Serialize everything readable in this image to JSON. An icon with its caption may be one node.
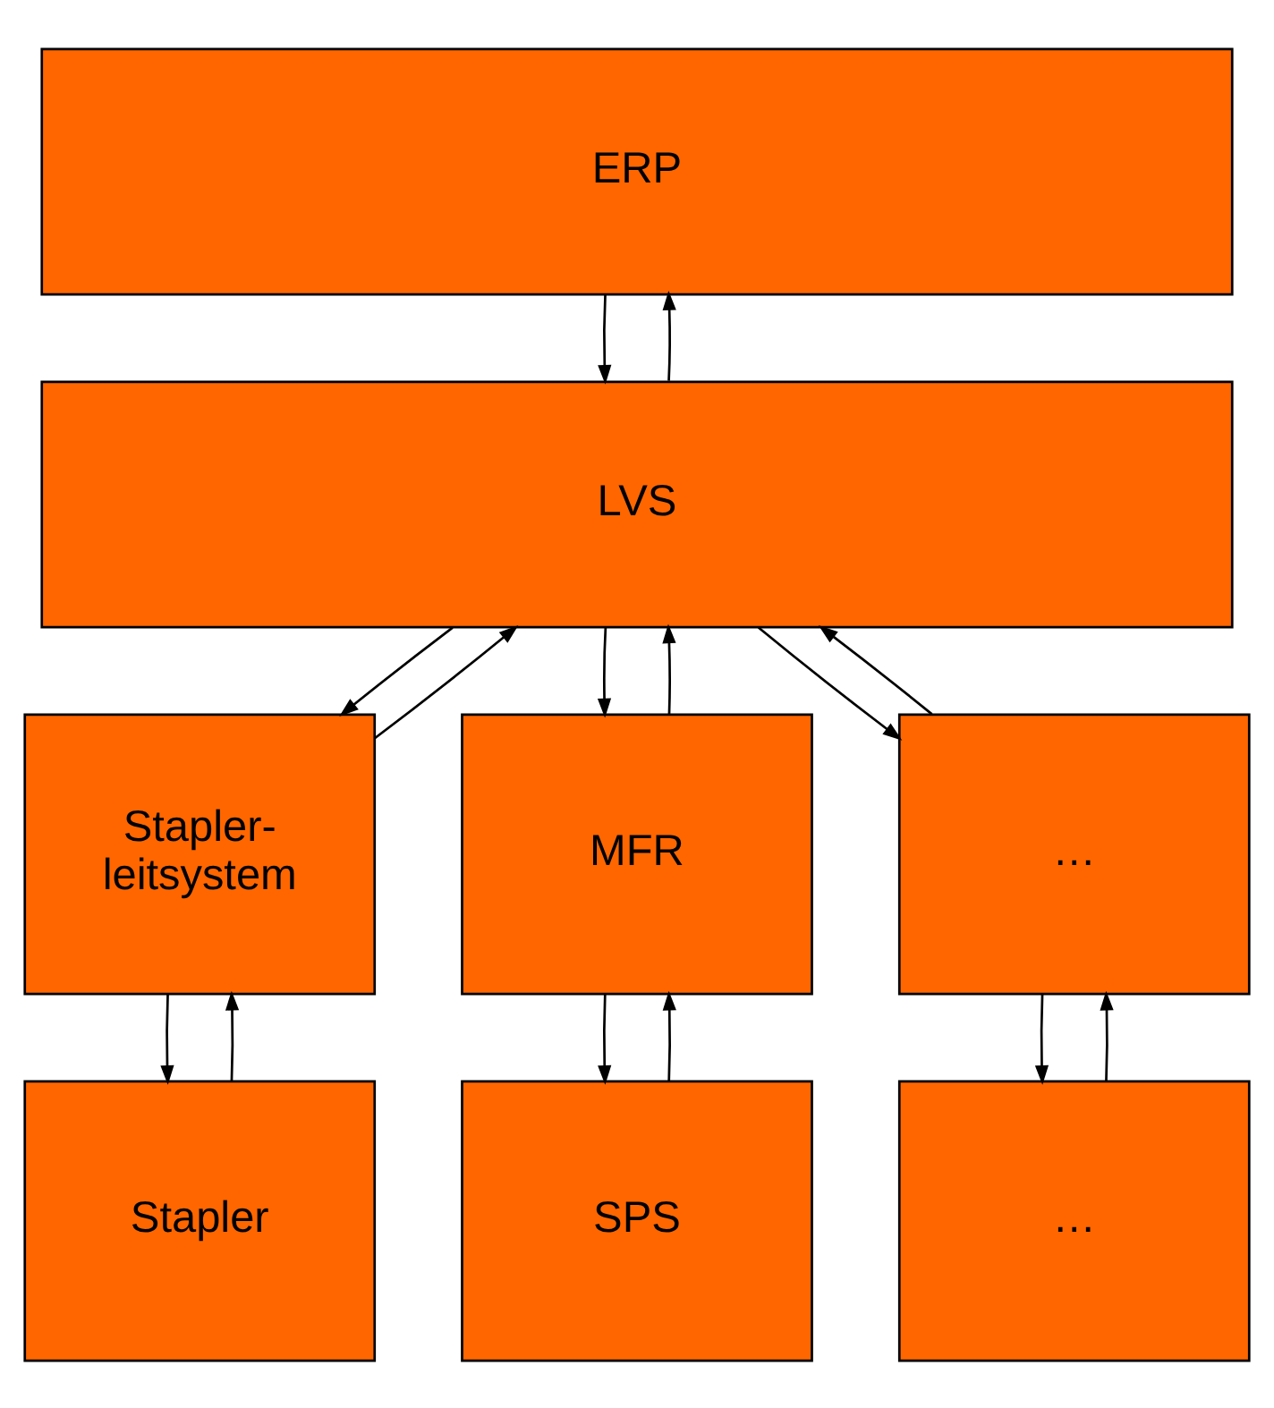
{
  "diagram": {
    "nodes": [
      {
        "text": [
          "ERP"
        ]
      },
      {
        "text": [
          "LVS"
        ]
      },
      {
        "text": [
          "Stapler- leitsystem"
        ]
      },
      {
        "text": [
          "MFR"
        ]
      },
      {
        "text": [
          "…"
        ]
      },
      {
        "text": [
          "Stapler"
        ]
      },
      {
        "text": [
          "SPS"
        ]
      },
      {
        "text": [
          "…"
        ]
      }
    ],
    "edges": [
      {
        "from": 0,
        "to": 1,
        "arrow": "to"
      },
      {
        "from": 1,
        "to": 0,
        "arrow": "to"
      },
      {
        "from": 1,
        "to": 2,
        "arrow": "to"
      },
      {
        "from": 2,
        "to": 1,
        "arrow": "to"
      },
      {
        "from": 1,
        "to": 3,
        "arrow": "to"
      },
      {
        "from": 3,
        "to": 1,
        "arrow": "to"
      },
      {
        "from": 1,
        "to": 4,
        "arrow": "to"
      },
      {
        "from": 4,
        "to": 1,
        "arrow": "to"
      },
      {
        "from": 2,
        "to": 5,
        "arrow": "to"
      },
      {
        "from": 5,
        "to": 2,
        "arrow": "to"
      },
      {
        "from": 3,
        "to": 6,
        "arrow": "to"
      },
      {
        "from": 6,
        "to": 3,
        "arrow": "to"
      },
      {
        "from": 4,
        "to": 7,
        "arrow": "to"
      },
      {
        "from": 7,
        "to": 4,
        "arrow": "to"
      }
    ]
  }
}
